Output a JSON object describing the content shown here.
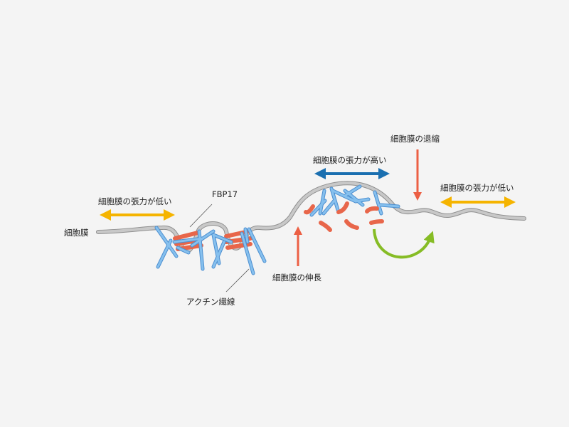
{
  "labels": {
    "membrane": "細胞膜",
    "low_tension_left": "細胞膜の張力が低い",
    "fbp17": "FBP17",
    "actin": "アクチン繊線",
    "high_tension": "細胞膜の張力が高い",
    "retraction": "細胞膜の退縮",
    "extension": "細胞膜の伸長",
    "low_tension_right": "細胞膜の張力が低い"
  },
  "colors": {
    "low_tension": "#f5b400",
    "high_tension": "#1a6fb0",
    "membrane_motion": "#ec5f44",
    "recycle": "#86bc25",
    "actin": "#86c0ee",
    "fbp17": "#e8664a",
    "membrane": "#bdbdbd"
  }
}
